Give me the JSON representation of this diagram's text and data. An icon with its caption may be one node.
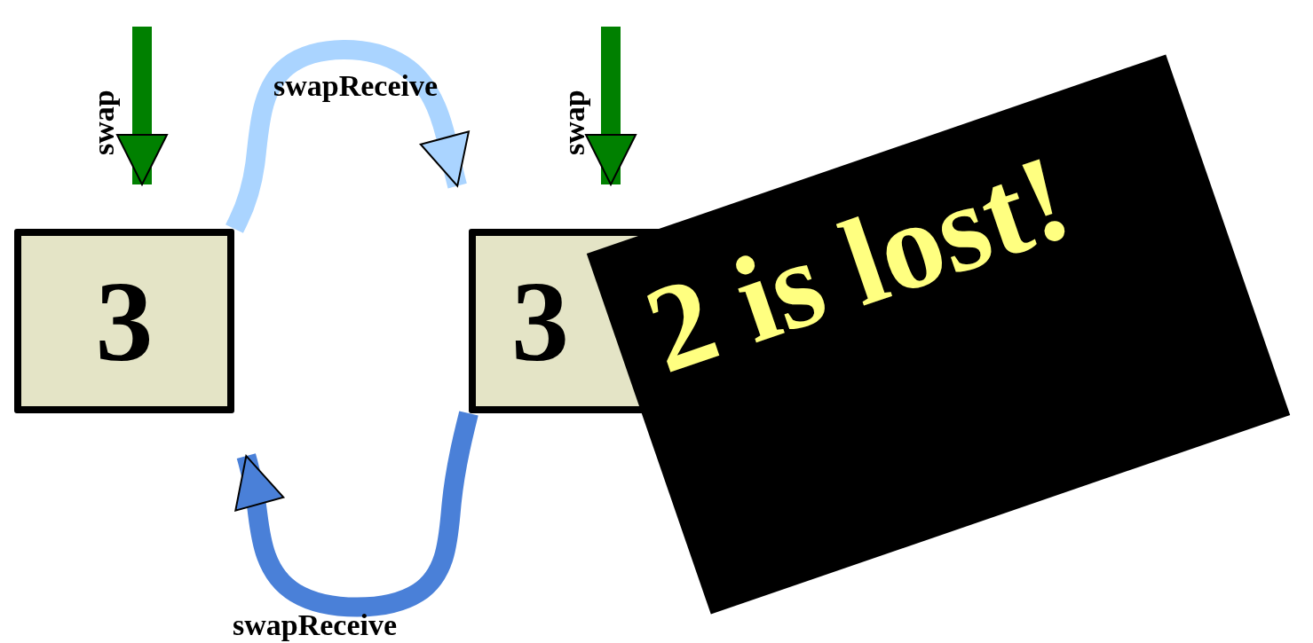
{
  "diagram": {
    "nodes": [
      {
        "text": [
          "3"
        ]
      },
      {
        "text": [
          "3"
        ]
      },
      {
        "text": [
          "2 is lost!"
        ]
      }
    ],
    "edges": [
      {
        "from": null,
        "to": 0,
        "arrow": "to",
        "label": "swap",
        "color": "#008000"
      },
      {
        "from": 0,
        "to": 1,
        "arrow": "to",
        "label": "swapReceive",
        "color": "#aad4ff"
      },
      {
        "from": null,
        "to": 1,
        "arrow": "to",
        "label": "swap",
        "color": "#008000"
      },
      {
        "from": 1,
        "to": 0,
        "arrow": "to",
        "label": "swapReceive",
        "color": "#4a80d8"
      }
    ]
  }
}
